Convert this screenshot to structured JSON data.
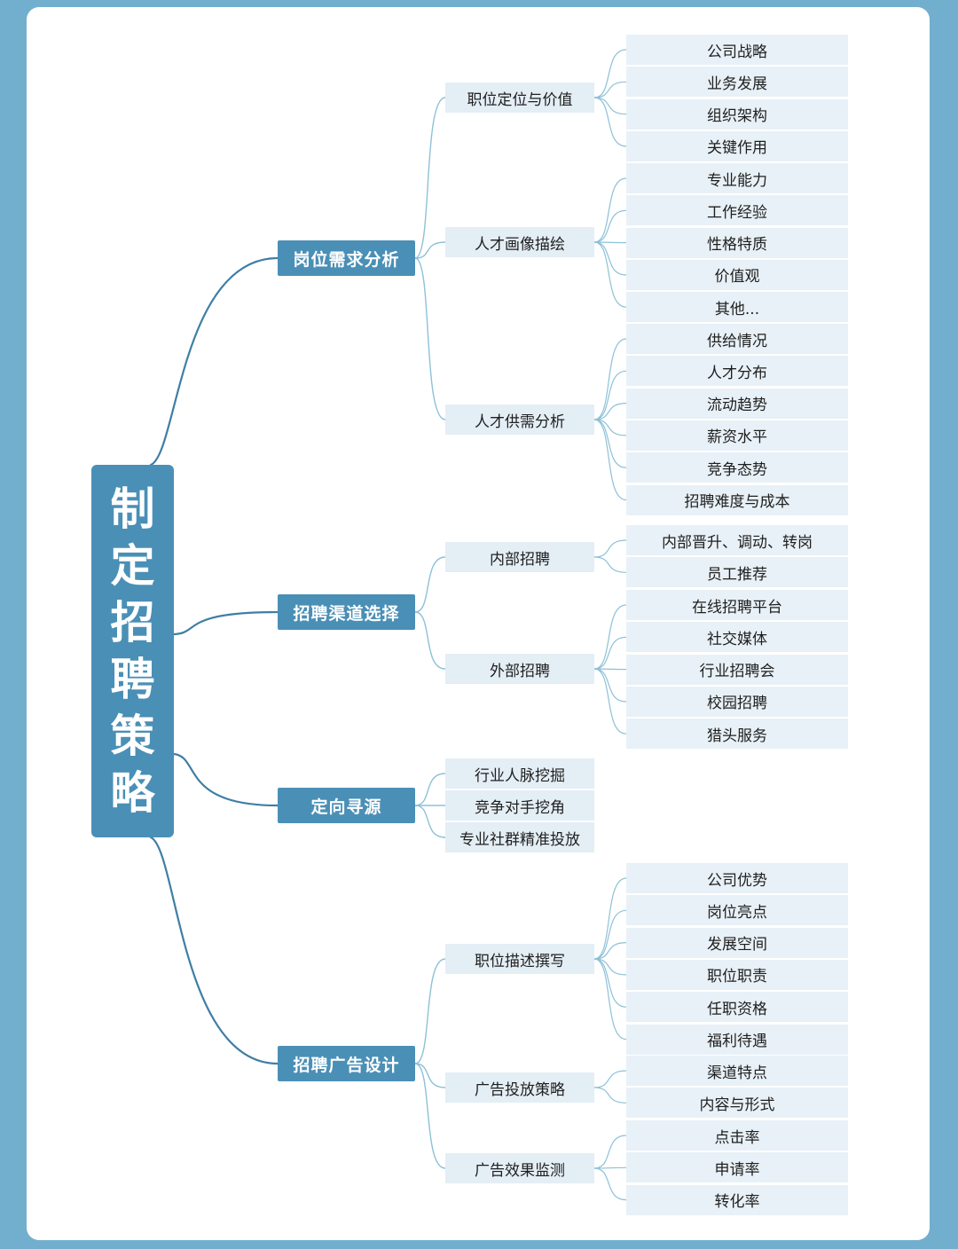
{
  "root": {
    "label": "制定招聘策略"
  },
  "colors": {
    "page_background": "#72afce",
    "card_background": "#ffffff",
    "primary_node": "#4a8fb6",
    "secondary_node": "#e4eef5",
    "leaf_node": "#e8f1f7",
    "primary_connector": "#3f7ea5",
    "secondary_connector": "#8dc1d8"
  },
  "branches": [
    {
      "label": "岗位需求分析",
      "children": [
        {
          "label": "职位定位与价值",
          "items": [
            "公司战略",
            "业务发展",
            "组织架构",
            "关键作用"
          ]
        },
        {
          "label": "人才画像描绘",
          "items": [
            "专业能力",
            "工作经验",
            "性格特质",
            "价值观",
            "其他..."
          ]
        },
        {
          "label": "人才供需分析",
          "items": [
            "供给情况",
            "人才分布",
            "流动趋势",
            "薪资水平",
            "竞争态势",
            "招聘难度与成本"
          ]
        }
      ]
    },
    {
      "label": "招聘渠道选择",
      "children": [
        {
          "label": "内部招聘",
          "items": [
            "内部晋升、调动、转岗",
            "员工推荐"
          ]
        },
        {
          "label": "外部招聘",
          "items": [
            "在线招聘平台",
            "社交媒体",
            "行业招聘会",
            "校园招聘",
            "猎头服务"
          ]
        }
      ]
    },
    {
      "label": "定向寻源",
      "children": [
        {
          "label": "行业人脉挖掘",
          "items": []
        },
        {
          "label": "竞争对手挖角",
          "items": []
        },
        {
          "label": "专业社群精准投放",
          "items": []
        }
      ]
    },
    {
      "label": "招聘广告设计",
      "children": [
        {
          "label": "职位描述撰写",
          "items": [
            "公司优势",
            "岗位亮点",
            "发展空间",
            "职位职责",
            "任职资格",
            "福利待遇"
          ]
        },
        {
          "label": "广告投放策略",
          "items": [
            "渠道特点",
            "内容与形式"
          ]
        },
        {
          "label": "广告效果监测",
          "items": [
            "点击率",
            "申请率",
            "转化率"
          ]
        }
      ]
    }
  ]
}
